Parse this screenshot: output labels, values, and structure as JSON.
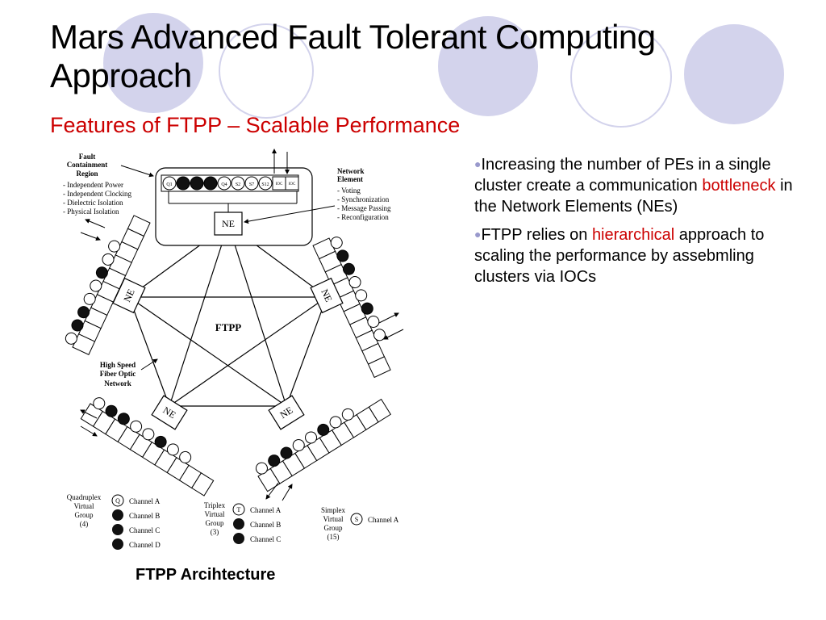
{
  "slide": {
    "title": "Mars Advanced Fault Tolerant Computing Approach",
    "subtitle": "Features of FTPP – Scalable Performance",
    "caption": "FTPP Arcihtecture",
    "accent_color": "#cc0000",
    "bullet_color": "#9999cc"
  },
  "bullets": [
    {
      "pre": "Increasing the number of PEs in a single cluster create a communication ",
      "highlight": "bottleneck",
      "post": " in the Network Elements (NEs)"
    },
    {
      "pre": "FTPP relies on ",
      "highlight": "hierarchical",
      "post": " approach to scaling the performance by assebmling clusters via IOCs"
    }
  ],
  "diagram": {
    "center_label": "FTPP",
    "ne_label": "NE",
    "fcr": {
      "title": "Fault Containment Region",
      "items": [
        "- Independent Power",
        "- Independent Clocking",
        "- Dielectric Isolation",
        "- Physical Isolation"
      ]
    },
    "network_element": {
      "title": "Network Element",
      "items": [
        "- Voting",
        "- Synchronization",
        "- Message Passing",
        "- Reconfiguration"
      ]
    },
    "fiber_label": "High Speed Fiber Optic Network",
    "top_cells": [
      "Q1",
      "",
      "",
      "",
      "Q4",
      "S2",
      "S7",
      "S12",
      "IOC",
      "IOC"
    ],
    "legend": {
      "quad": {
        "title": "Quadruplex Virtual Group",
        "count": "(4)",
        "symbol": "Q",
        "channels": [
          "Channel A",
          "Channel B",
          "Channel C",
          "Channel D"
        ]
      },
      "triplex": {
        "title": "Triplex Virtual Group",
        "count": "(3)",
        "symbol": "T",
        "channels": [
          "Channel A",
          "Channel B",
          "Channel C"
        ]
      },
      "simplex": {
        "title": "Simplex Virtual Group",
        "count": "(15)",
        "symbol": "S",
        "channels": [
          "Channel A"
        ]
      }
    }
  }
}
